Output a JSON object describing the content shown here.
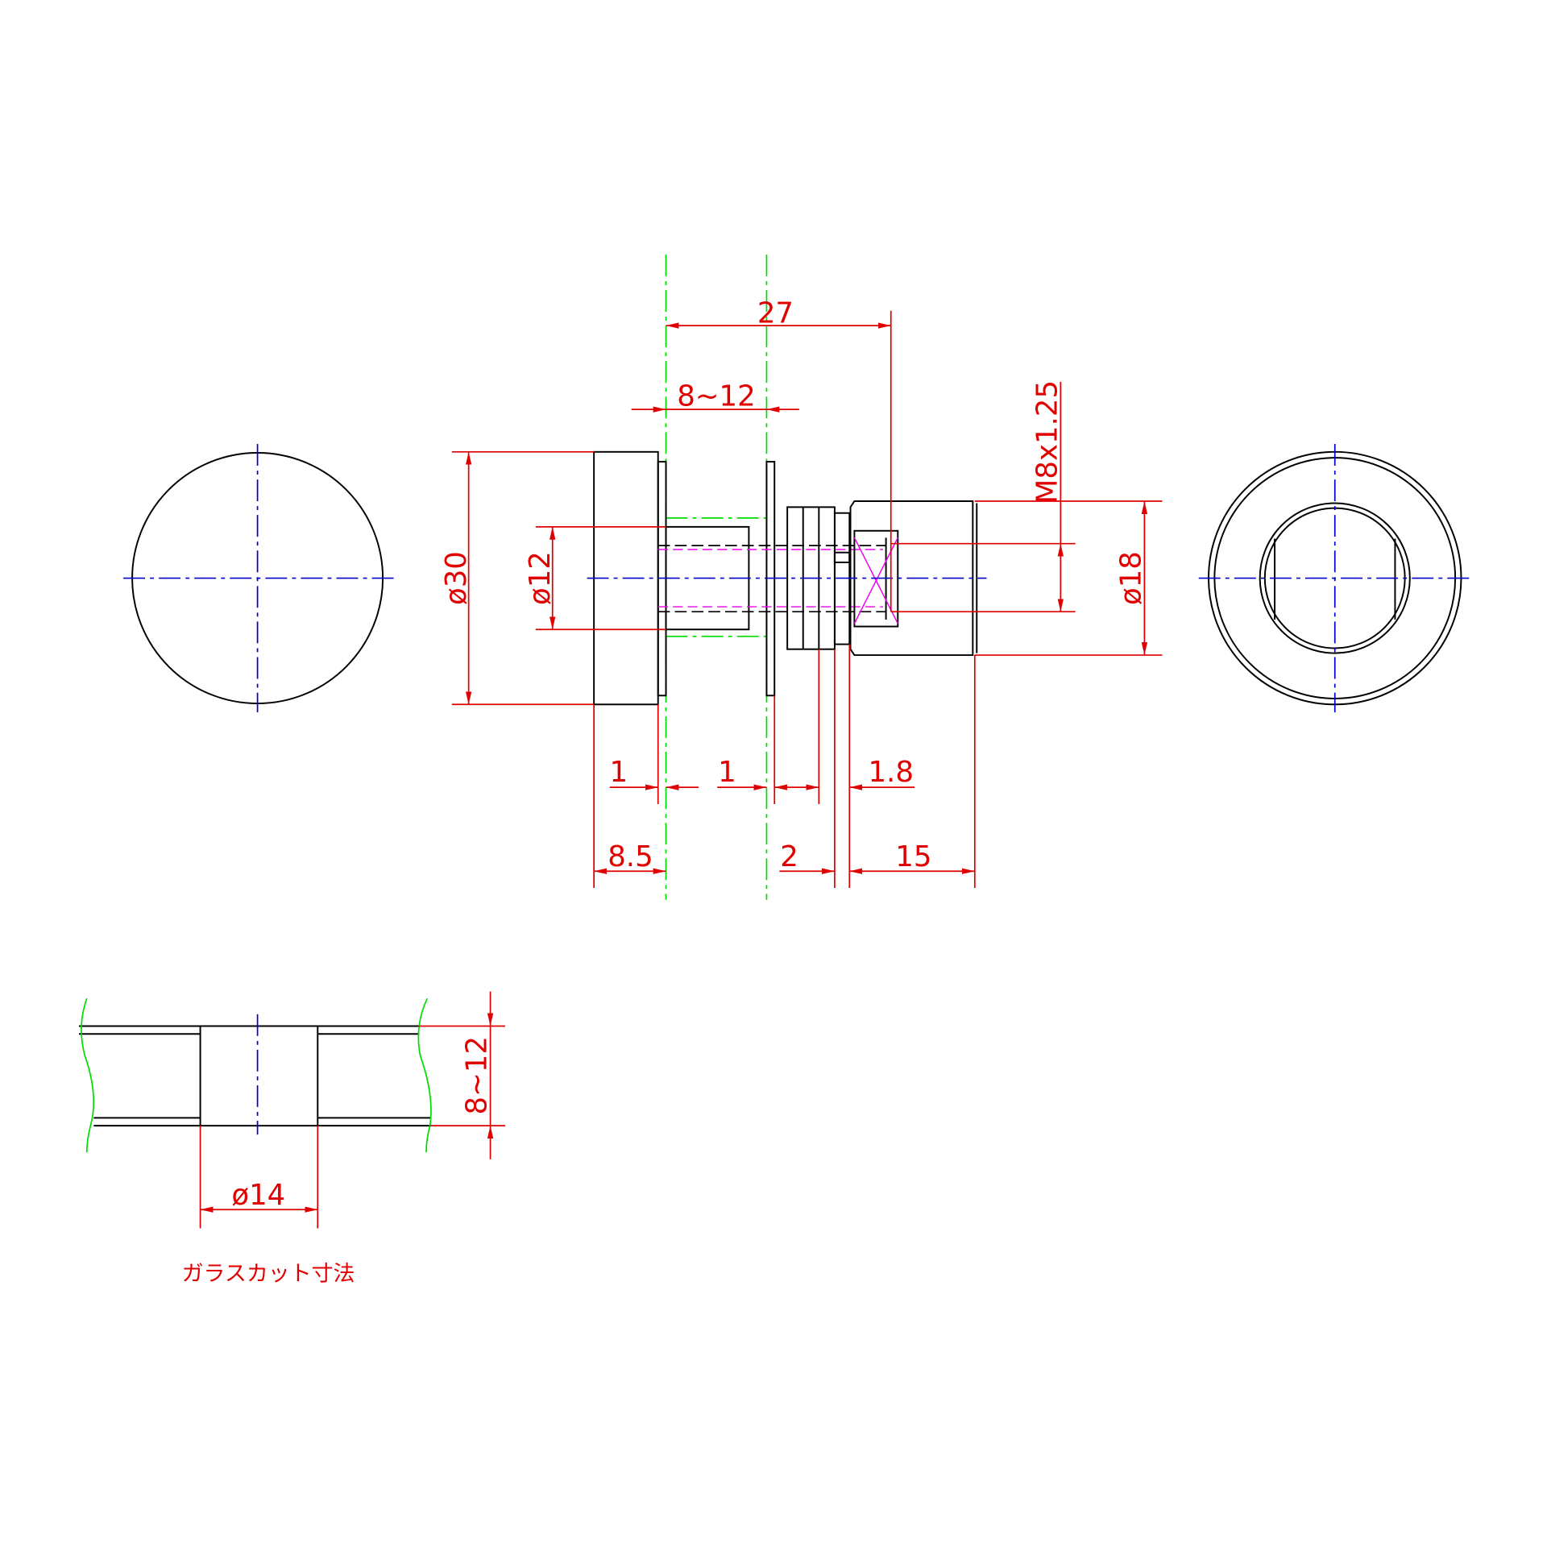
{
  "colors": {
    "outline": "#000000",
    "dimension": "#e00000",
    "centerline": "#0000cc",
    "glass": "#00dd00",
    "thread": "#ee00ee"
  },
  "dimensions": {
    "overall_length": "27",
    "glass_thickness": "8~12",
    "cap_diameter": "ø30",
    "stud_diameter": "ø12",
    "thread_spec": "M8x1.25",
    "body_diameter": "ø18",
    "gap_left": "1",
    "gap_right": "1",
    "nut_step": "1.8",
    "cap_thickness": "8.5",
    "washer": "2",
    "body_length": "15"
  },
  "glass_cut": {
    "thickness": "8~12",
    "hole_diameter": "ø14",
    "caption": "ガラスカット寸法"
  }
}
